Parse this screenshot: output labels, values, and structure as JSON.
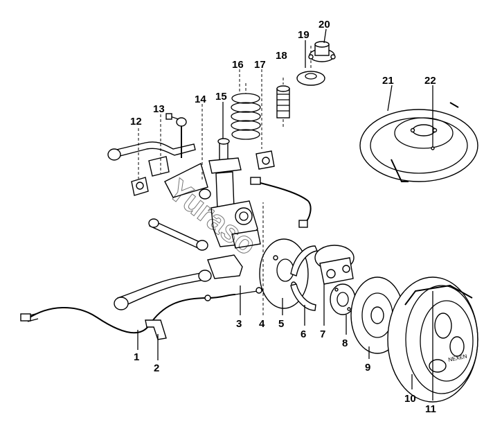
{
  "diagram": {
    "callouts": [
      "1",
      "2",
      "3",
      "4",
      "5",
      "6",
      "7",
      "8",
      "9",
      "10",
      "11",
      "12",
      "13",
      "14",
      "15",
      "16",
      "17",
      "18",
      "19",
      "20",
      "21",
      "22"
    ],
    "watermark": "Yuraso",
    "tire_marking": "NEXEN"
  }
}
